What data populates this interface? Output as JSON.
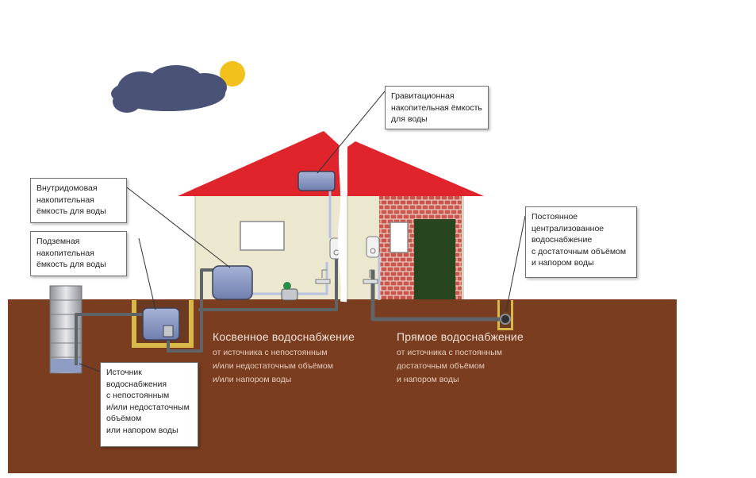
{
  "labels": {
    "gravity_tank": "Гравитационная\nнакопительная ёмкость\nдля воды",
    "indoor_tank": "Внутридомовая\nнакопительная\nёмкость для воды",
    "underground_tank": "Подземная\nнакопительная\nёмкость для воды",
    "source": "Источник\nводоснабжения\nс непостоянным\nи/или недостаточным\nобъёмом\nили напором воды",
    "central_supply": "Постоянное\nцентрализованное\nводоснабжение\nс достаточным объёмом\nи напором воды"
  },
  "indirect": {
    "title": "Косвенное водоснабжение",
    "description": "от источника с непостоянным\nи/или недостаточным объёмом\nи/или напором воды"
  },
  "direct": {
    "title": "Прямое водоснабжение",
    "description": "от источника с постоянным\nдостаточным объёмом\nи напором воды"
  },
  "colors": {
    "ground": "#7a3d1f",
    "roof": "#e0242b",
    "wall": "#ece8cf",
    "brick": "#c9574c",
    "door": "#27461f",
    "tank": "#8f9dc5",
    "pipe": "#5f6468",
    "sun": "#f3c11b",
    "cloud": "#4a5376"
  }
}
